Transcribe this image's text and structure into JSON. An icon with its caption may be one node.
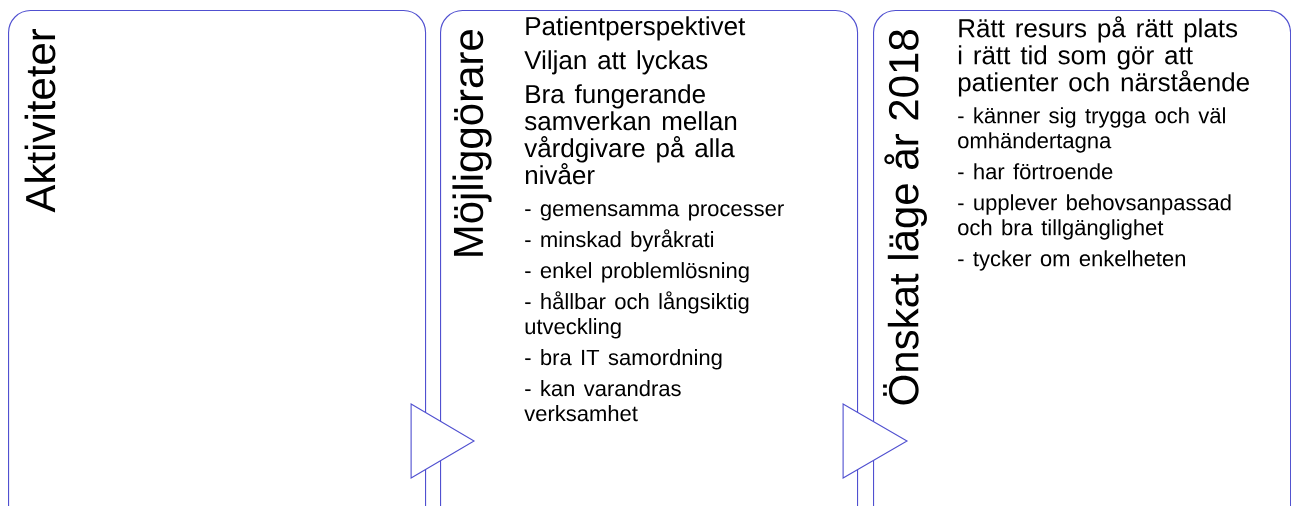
{
  "diagram": {
    "nodes": [
      {
        "text": [
          "Aktiviteter"
        ]
      },
      {
        "text": [
          "Möjliggörare",
          "Patientperspektivet",
          "Viljan att lyckas",
          "Bra fungerande samverkan mellan vårdgivare på alla nivåer",
          "- gemensamma processer",
          "- minskad byråkrati",
          "- enkel problemlösning",
          "- hållbar och långsiktig utveckling",
          "- bra IT samordning",
          "- kan varandras verksamhet"
        ]
      },
      {
        "text": [
          "Önskat läge år 2018",
          "Rätt resurs på rätt plats i rätt tid som gör att patienter och närstående",
          "- känner sig trygga och väl omhändertagna",
          "- har förtroende",
          "- upplever behovsanpassad och bra tillgänglighet",
          "- tycker om enkelheten"
        ]
      }
    ],
    "edges": [
      {
        "from": 0,
        "to": 1,
        "arrow": "to"
      },
      {
        "from": 1,
        "to": 2,
        "arrow": "to"
      }
    ]
  }
}
